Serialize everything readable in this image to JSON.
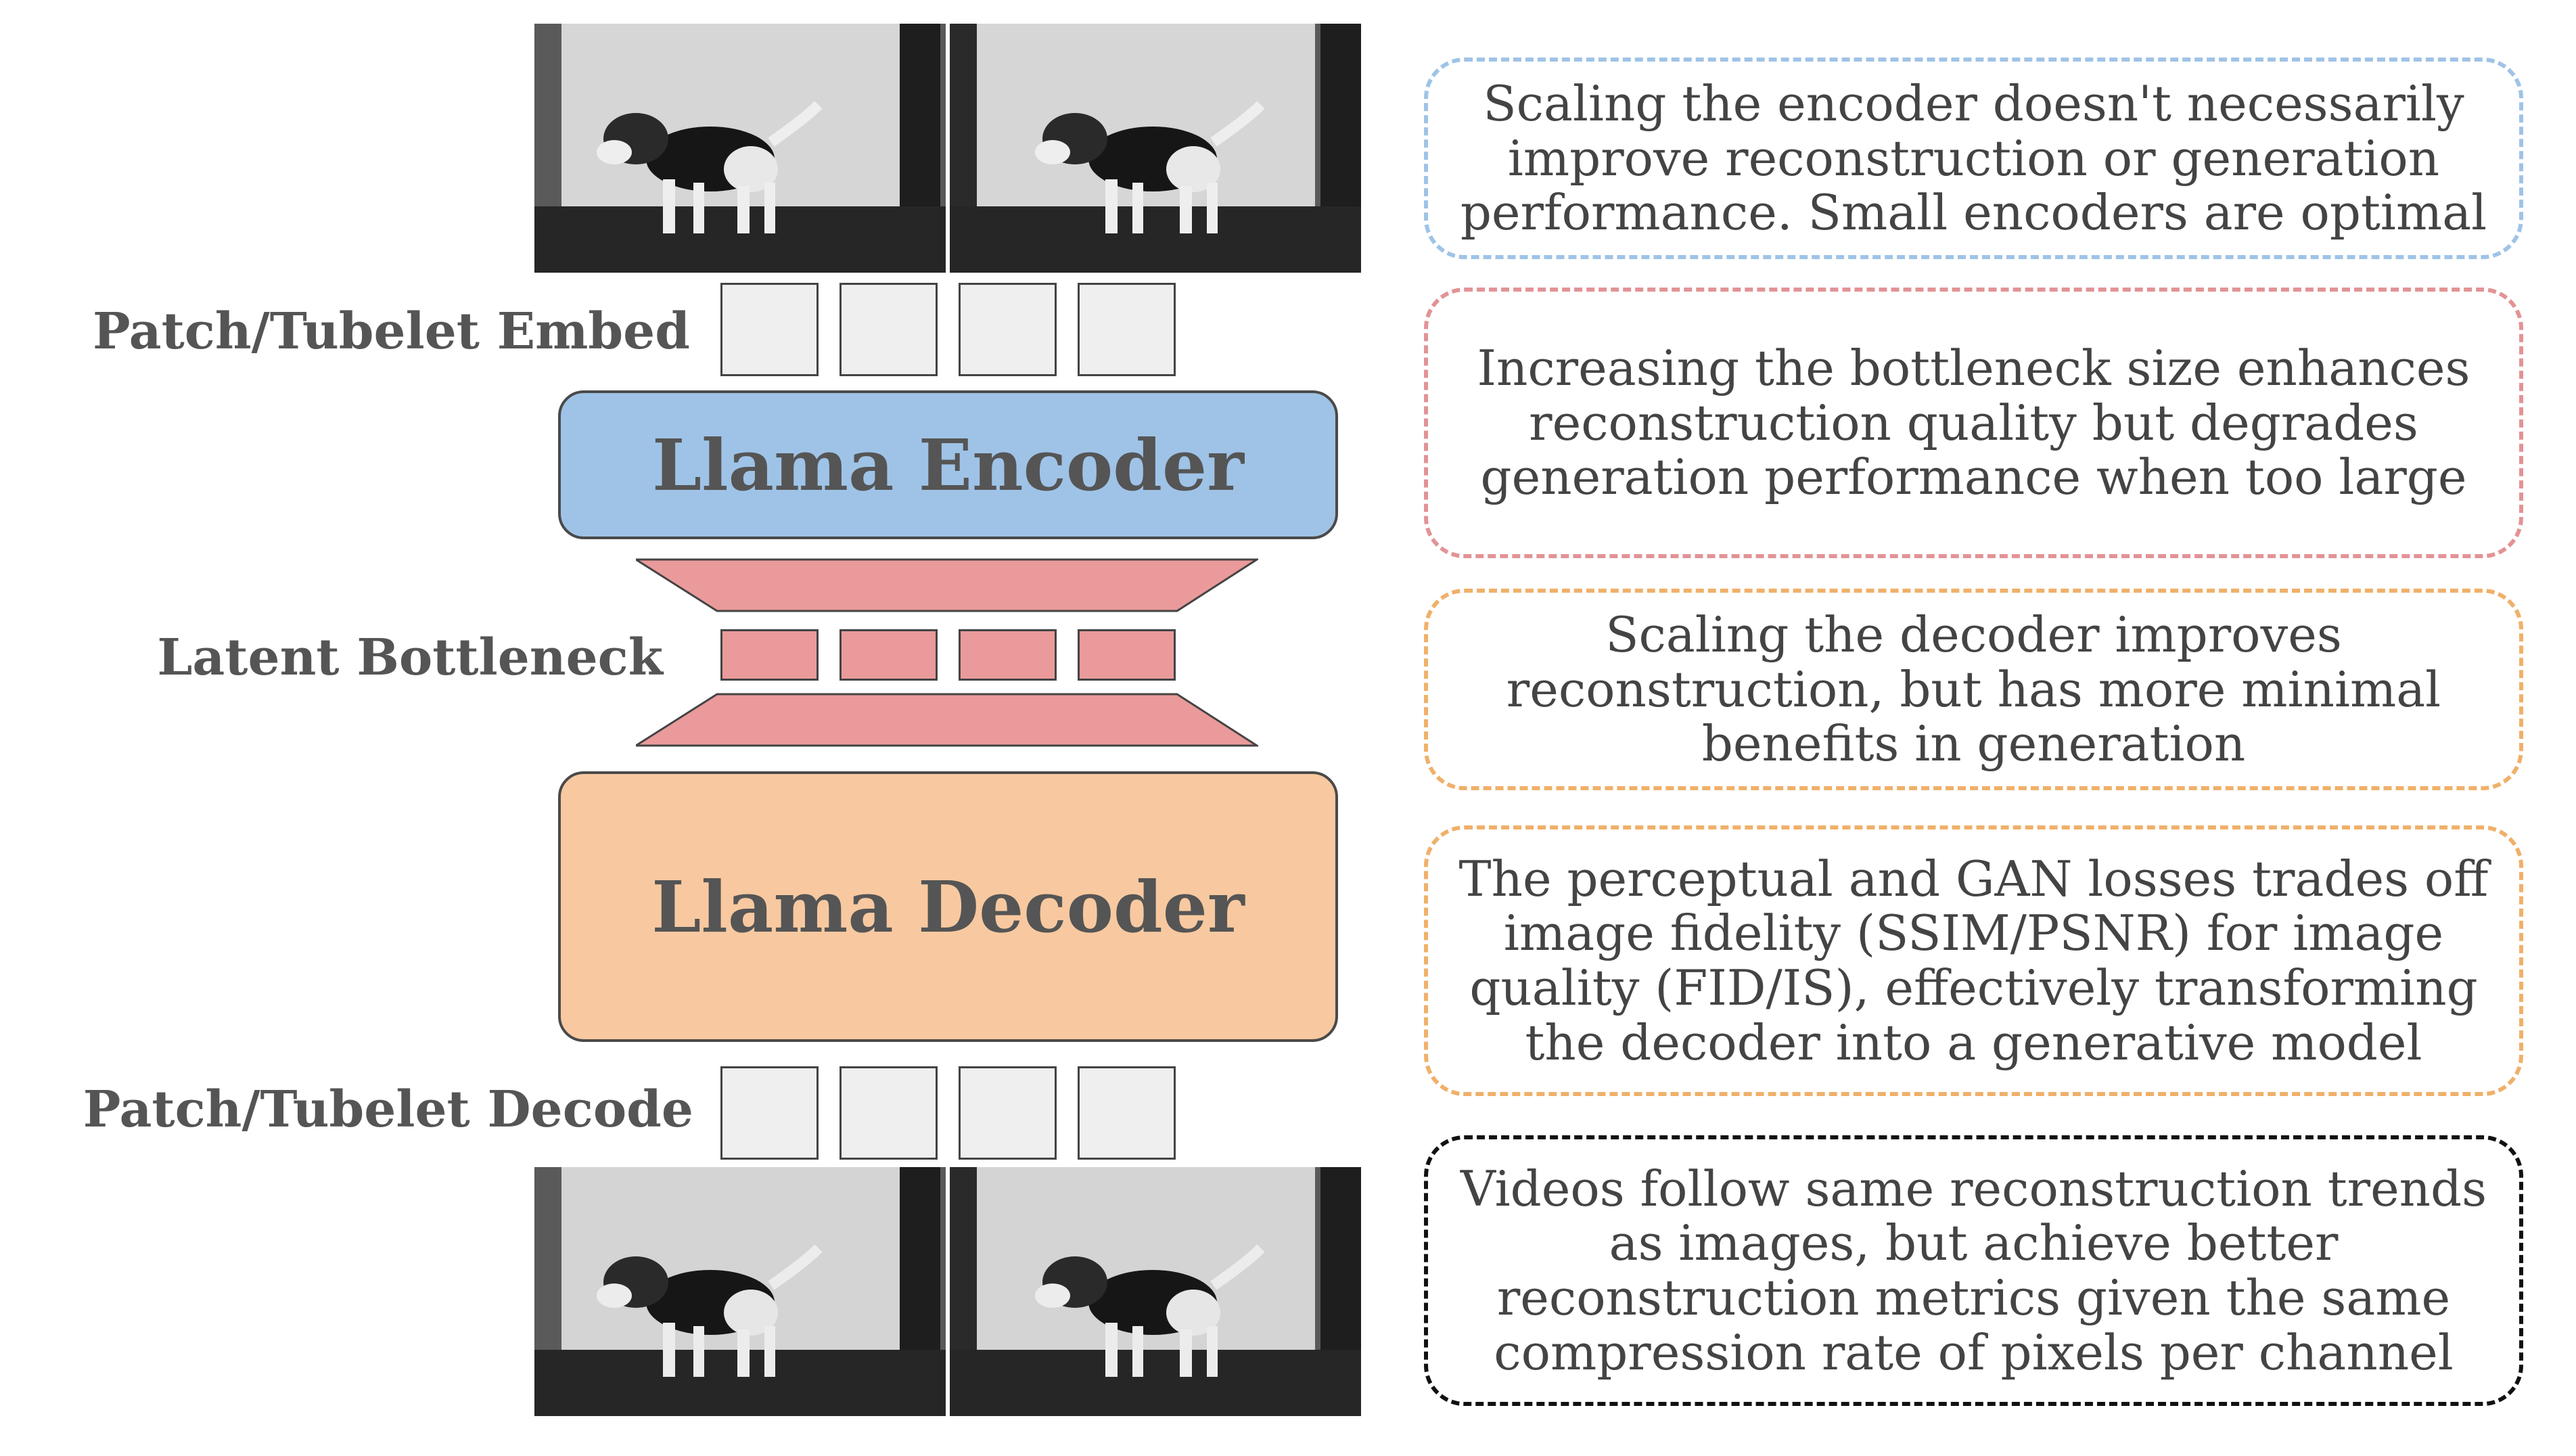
{
  "labels": {
    "embed": "Patch/Tubelet Embed",
    "bottleneck": "Latent Bottleneck",
    "decode": "Patch/Tubelet Decode"
  },
  "blocks": {
    "encoder": "Llama Encoder",
    "decoder": "Llama Decoder"
  },
  "colors": {
    "encoder_fill": "#9fc3e7",
    "decoder_fill": "#f8c9a0",
    "bottleneck_fill": "#ea9a9b",
    "patch_fill": "#efefef"
  },
  "notes": [
    {
      "text": "Scaling the encoder doesn't necessarily improve reconstruction or generation performance. Small encoders are optimal",
      "border_color": "#9fc3e7"
    },
    {
      "text": "Increasing the bottleneck size enhances reconstruction quality but degrades generation performance when too large",
      "border_color": "#e29396"
    },
    {
      "text": "Scaling the decoder improves reconstruction, but has more minimal benefits in generation",
      "border_color": "#f0b06a"
    },
    {
      "text": "The perceptual and GAN losses trades off image fidelity (SSIM/PSNR) for image quality (FID/IS), effectively transforming the decoder into a generative model",
      "border_color": "#f0b06a"
    },
    {
      "text": "Videos follow same reconstruction trends as images, but achieve better reconstruction metrics given the same compression rate of pixels per channel",
      "border_color": "#111111"
    }
  ]
}
